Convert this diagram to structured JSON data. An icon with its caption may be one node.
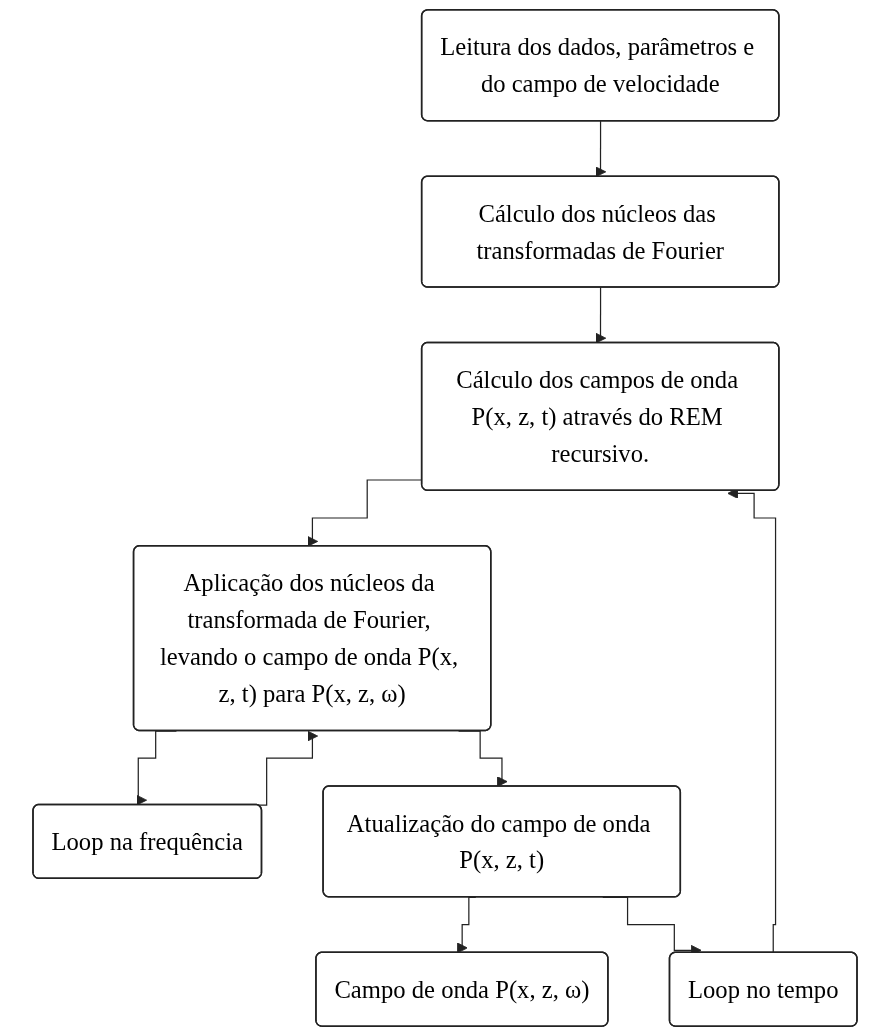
{
  "diagram": {
    "nodes": [
      {
        "text": [
          "Leitura dos dados, parâmetros e do campo de velocidade"
        ]
      },
      {
        "text": [
          "Cálculo dos núcleos das transformadas de Fourier"
        ]
      },
      {
        "text": [
          "Loop no tempo"
        ]
      },
      {
        "text": [
          "Cálculo dos campos de onda P(x, z, t) através do REM recursivo."
        ]
      },
      {
        "text": [
          "Loop na frequência"
        ]
      },
      {
        "text": [
          "Aplicação dos núcleos da transformada de Fourier, levando o campo de onda P(x, z, t) para P(x, z, ω)"
        ]
      },
      {
        "text": [
          "Atualização do campo de onda P(x, z, t)"
        ]
      },
      {
        "text": [
          "Campo de onda P(x, z, ω)"
        ]
      }
    ],
    "edges": [
      {
        "from": 0,
        "to": 1,
        "arrow": "to"
      },
      {
        "from": 1,
        "to": 3,
        "arrow": "to"
      },
      {
        "from": 2,
        "to": 3,
        "arrow": "to"
      },
      {
        "from": 3,
        "to": 5,
        "arrow": "to"
      },
      {
        "from": 4,
        "to": 5,
        "arrow": "to"
      },
      {
        "from": 5,
        "to": 6,
        "arrow": "to"
      },
      {
        "from": 5,
        "to": 4,
        "arrow": "to"
      },
      {
        "from": 6,
        "to": 7,
        "arrow": "to"
      },
      {
        "from": 6,
        "to": 2,
        "arrow": "to"
      }
    ]
  }
}
